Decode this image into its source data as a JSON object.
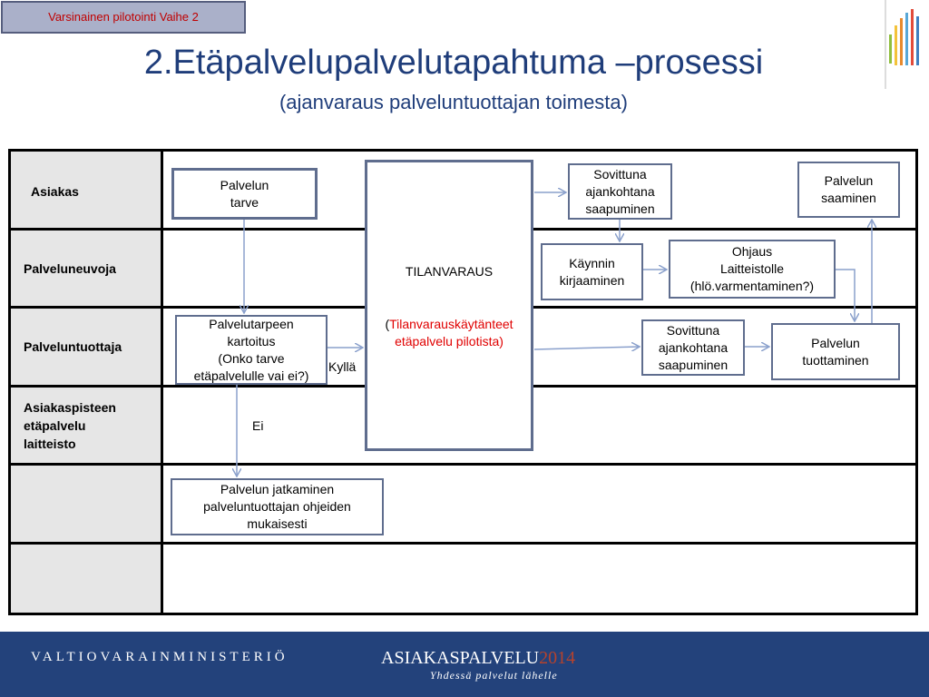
{
  "status_tag": "Varsinainen pilotointi Vaihe 2",
  "title": "2.Etäpalvelupalvelutapahtuma –prosessi",
  "subtitle": "(ajanvaraus palveluntuottajan toimesta)",
  "lanes": [
    {
      "label": "Asiakas"
    },
    {
      "label": "Palveluneuvoja"
    },
    {
      "label": "Palveluntuottaja"
    },
    {
      "label": "Asiakaspisteen\netäpalvelu\nlaitteisto"
    },
    {
      "label": ""
    },
    {
      "label": ""
    }
  ],
  "boxes": {
    "palvelun_tarve": "Palvelun\ntarve",
    "sovittuna_top": "Sovittuna\najankohtana\nsaapuminen",
    "palvelun_saaminen": "Palvelun\nsaaminen",
    "kaynnin_kirjaaminen": "Käynnin\nkirjaaminen",
    "ohjaus": "Ohjaus\nLaitteistolle\n(hlö.varmentaminen?)",
    "kartoitus": "Palvelutarpeen\nkartoitus\n(Onko tarve\netäpalvelulle vai ei?)",
    "sovittuna_mid": "Sovittuna\najankohtana\nsaapuminen",
    "palvelun_tuottaminen": "Palvelun\ntuottaminen",
    "jatkaminen": "Palvelun jatkaminen\npalveluntuottajan ohjeiden\nmukaisesti"
  },
  "tilanvaraus": {
    "title": "TILANVARAUS",
    "note_open": "(",
    "note_red": "Tilanvarauskäytänteet\netäpalvelu pilotista)"
  },
  "decision_labels": {
    "yes": "Kyllä",
    "no": "Ei"
  },
  "footer": {
    "ministry": "VALTIOVARAINMINISTERIÖ",
    "brand": "ASIAKASPALVELU",
    "brand_year": "2014",
    "tagline": "Yhdessä palvelut lähelle"
  },
  "colors": {
    "title": "#1f3d7a",
    "box_border": "#5f6d8e",
    "arrow": "#8aa0cc",
    "footer_bg": "#23427b",
    "status_red": "#c00000",
    "note_red": "#e00000"
  }
}
